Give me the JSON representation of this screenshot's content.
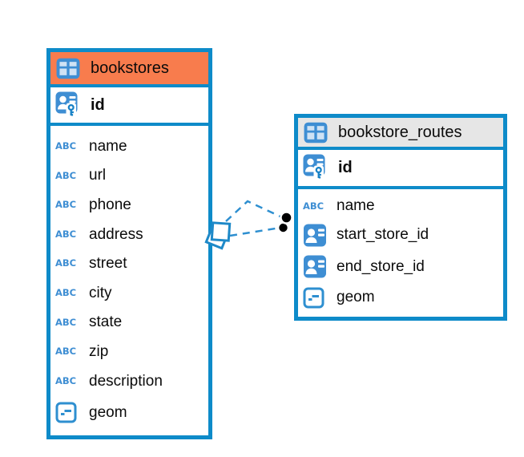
{
  "diagram": {
    "tables": [
      {
        "name": "bookstores",
        "header_color": "#F87C4D",
        "header_icon": "table-icon",
        "primary_key": {
          "name": "id",
          "icon": "primary-key-icon"
        },
        "columns": [
          {
            "name": "name",
            "icon": "text-icon"
          },
          {
            "name": "url",
            "icon": "text-icon"
          },
          {
            "name": "phone",
            "icon": "text-icon"
          },
          {
            "name": "address",
            "icon": "text-icon"
          },
          {
            "name": "street",
            "icon": "text-icon"
          },
          {
            "name": "city",
            "icon": "text-icon"
          },
          {
            "name": "state",
            "icon": "text-icon"
          },
          {
            "name": "zip",
            "icon": "text-icon"
          },
          {
            "name": "description",
            "icon": "text-icon"
          },
          {
            "name": "geom",
            "icon": "geometry-icon"
          }
        ]
      },
      {
        "name": "bookstore_routes",
        "header_color": "#E6E6E6",
        "header_icon": "table-icon",
        "primary_key": {
          "name": "id",
          "icon": "primary-key-icon"
        },
        "columns": [
          {
            "name": "name",
            "icon": "text-icon"
          },
          {
            "name": "start_store_id",
            "icon": "reference-icon"
          },
          {
            "name": "end_store_id",
            "icon": "reference-icon"
          },
          {
            "name": "geom",
            "icon": "geometry-icon"
          }
        ]
      }
    ],
    "relationship": {
      "from_table": "bookstores",
      "to_table": "bookstore_routes",
      "line_style": "dashed",
      "source_marker": "overlapping-squares",
      "target_marker": "black-dots"
    },
    "colors": {
      "table_border": "#0E8BC9",
      "bookstores_header": "#F87C4D",
      "bookstore_routes_header": "#E6E6E6",
      "icon_blue": "#3E8ED3",
      "connector_blue": "#2E8FD0",
      "marker_black": "#000000"
    }
  }
}
